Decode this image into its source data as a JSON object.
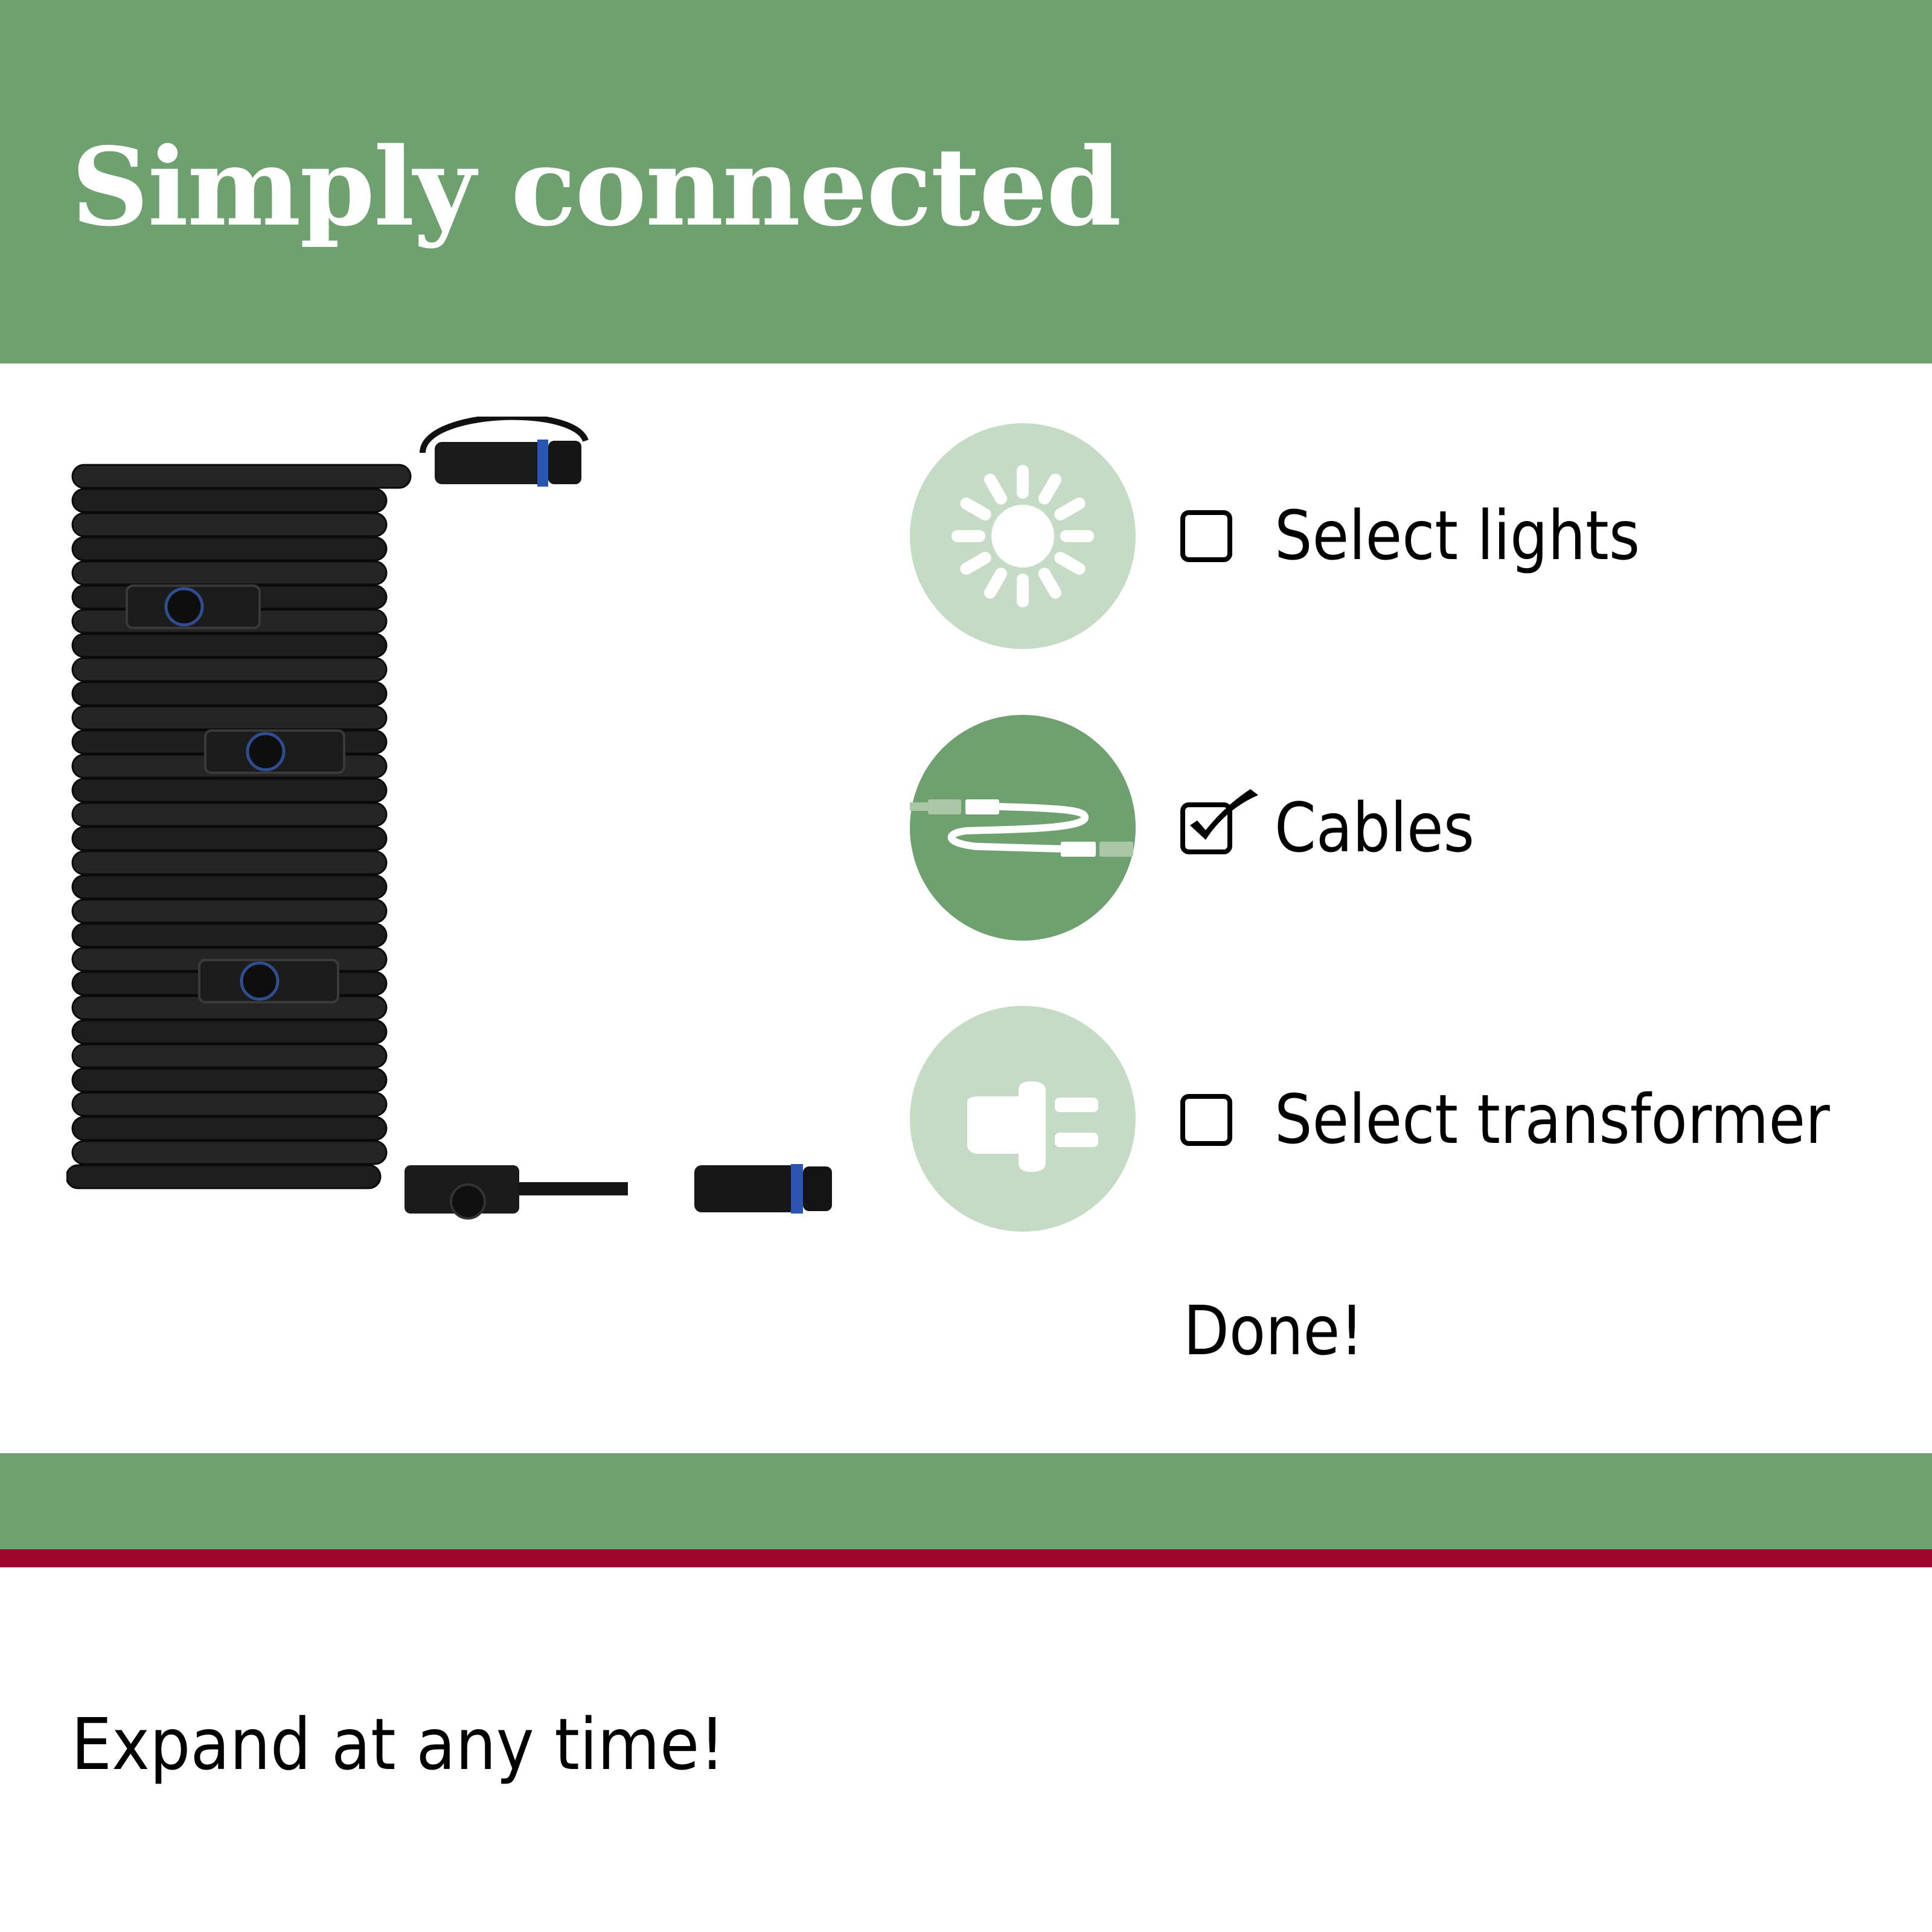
{
  "header": {
    "title": "Simply connected"
  },
  "steps": [
    {
      "label": "Select lights",
      "icon": "sun-icon",
      "checked": false
    },
    {
      "label": "Cables",
      "icon": "cable-icon",
      "checked": true
    },
    {
      "label": "Select transformer",
      "icon": "plug-icon",
      "checked": false
    }
  ],
  "done_label": "Done!",
  "footer": {
    "text": "Expand at any time!"
  },
  "colors": {
    "green": "#6fa06f",
    "light_green": "#c5dbc5",
    "red": "#a0072f"
  }
}
